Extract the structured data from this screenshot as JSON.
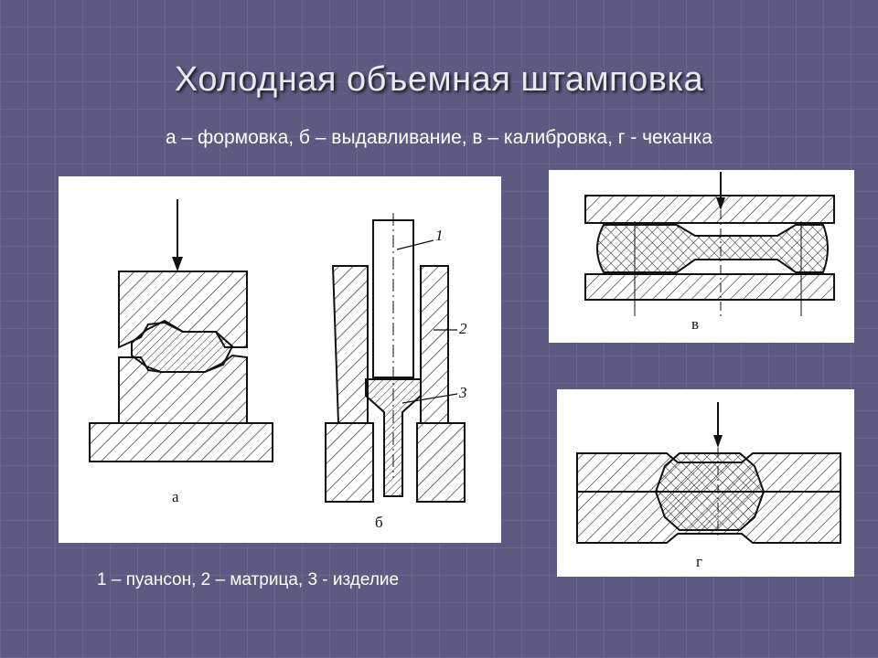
{
  "slide": {
    "title": "Холодная объемная штамповка",
    "subtitle": "а – формовка, б – выдавливание, в – калибровка, г - чеканка",
    "legend": "1 – пуансон, 2 – матрица, 3 - изделие"
  },
  "figures": {
    "a": {
      "label": "а"
    },
    "b": {
      "label": "б",
      "callouts": [
        "1",
        "2",
        "3"
      ]
    },
    "v": {
      "label": "в"
    },
    "g": {
      "label": "г"
    }
  }
}
